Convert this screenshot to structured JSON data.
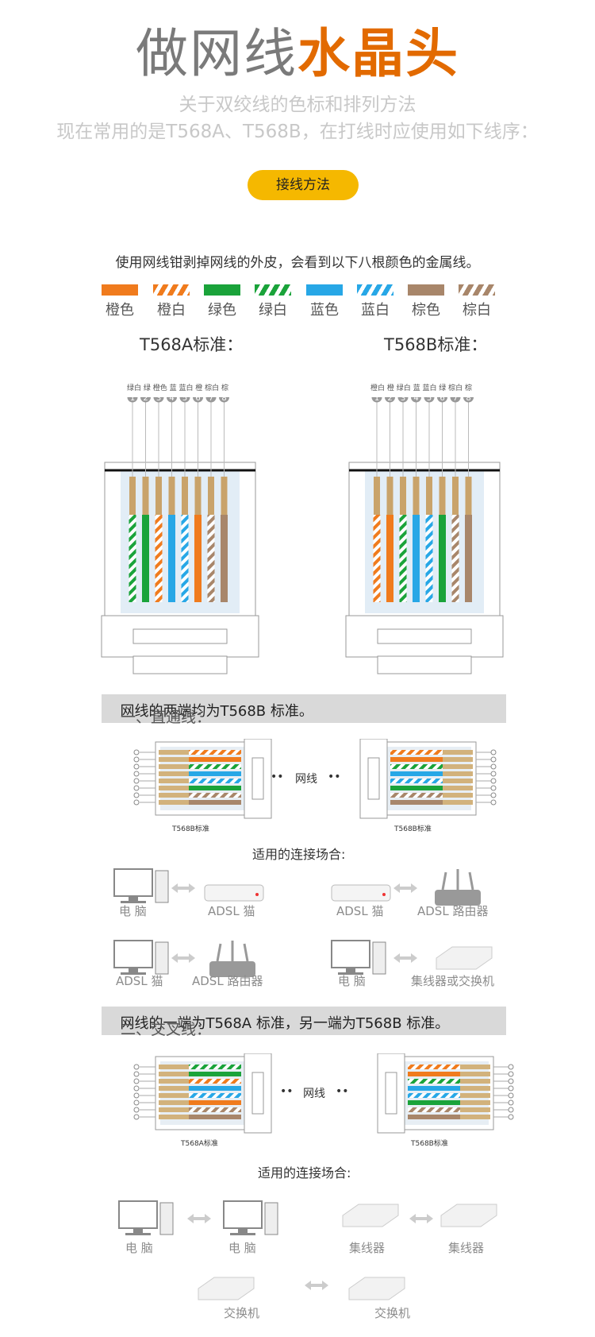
{
  "title": {
    "part1": "做网线",
    "part2": "水晶头"
  },
  "subtitle": {
    "line1": "关于双绞线的色标和排列方法",
    "line2": "现在常用的是T568A、T568B，在打线时应使用如下线序："
  },
  "method_button": "接线方法",
  "intro_text": "使用网线钳剥掉网线的外皮，会看到以下八根颜色的金属线。",
  "colors": [
    {
      "label": "橙色",
      "hex": "#f07b1d",
      "striped": false
    },
    {
      "label": "橙白",
      "hex": "#f07b1d",
      "striped": true
    },
    {
      "label": "绿色",
      "hex": "#1aa33a",
      "striped": false
    },
    {
      "label": "绿白",
      "hex": "#1aa33a",
      "striped": true
    },
    {
      "label": "蓝色",
      "hex": "#27a7e6",
      "striped": false
    },
    {
      "label": "蓝白",
      "hex": "#27a7e6",
      "striped": true
    },
    {
      "label": "棕色",
      "hex": "#a8866a",
      "striped": false
    },
    {
      "label": "棕白",
      "hex": "#a8866a",
      "striped": true
    }
  ],
  "standard_a": {
    "heading": "T568A标准：",
    "pin_labels": "绿白 绿 橙色 蓝 蓝白 橙 棕白 棕",
    "pins": [
      "1",
      "2",
      "3",
      "4",
      "5",
      "6",
      "7",
      "8"
    ]
  },
  "standard_b": {
    "heading": "T568B标准：",
    "pin_labels": "橙白 橙 绿白 蓝 蓝白 绿 棕白 棕",
    "pins": [
      "1",
      "2",
      "3",
      "4",
      "5",
      "6",
      "7",
      "8"
    ]
  },
  "section1": {
    "prefix": "一、直通线：",
    "text": "网线的两端均为T568B 标准。",
    "left_caption": "T568B标准",
    "right_caption": "T568B标准",
    "cable_word": "网线",
    "scenario_title": "适用的连接场合:",
    "devices": [
      {
        "left": "电 脑",
        "right": "ADSL 猫"
      },
      {
        "left": "ADSL 猫",
        "right": "ADSL 路由器"
      },
      {
        "left": "ADSL 猫",
        "right": "ADSL 路由器"
      },
      {
        "left": "电 脑",
        "right": "集线器或交换机"
      }
    ]
  },
  "section2": {
    "prefix": "二、交叉线：",
    "text": "网线的一端为T568A 标准，另一端为T568B 标准。",
    "left_caption": "T568A标准",
    "right_caption": "T568B标准",
    "cable_word": "网线",
    "scenario_title": "适用的连接场合:",
    "devices": [
      {
        "left": "电 脑",
        "right": "电 脑"
      },
      {
        "left": "集线器",
        "right": "集线器"
      },
      {
        "left": "交换机",
        "right": "交换机"
      }
    ]
  }
}
